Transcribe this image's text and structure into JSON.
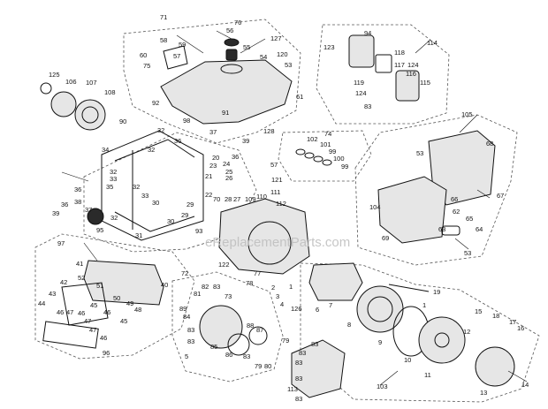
{
  "watermark": "eReplacementParts.com",
  "callouts": {
    "c1": "1",
    "c2": "2",
    "c3": "3",
    "c4": "4",
    "c5": "5",
    "c6": "6",
    "c7": "7",
    "c8": "8",
    "c9": "9",
    "c10": "10",
    "c11": "11",
    "c12": "12",
    "c13": "13",
    "c14": "14",
    "c15": "15",
    "c16": "16",
    "c17": "17",
    "c18": "18",
    "c19": "19",
    "c20": "20",
    "c21": "21",
    "c22": "22",
    "c23": "23",
    "c24": "24",
    "c25": "25",
    "c26": "26",
    "c27": "27",
    "c28": "28",
    "c29": "29",
    "c30": "30",
    "c31": "31",
    "c32": "32",
    "c33": "33",
    "c34": "34",
    "c35": "35",
    "c36": "36",
    "c37": "37",
    "c38": "38",
    "c39": "39",
    "c40": "40",
    "c41": "41",
    "c42": "42",
    "c43": "43",
    "c44": "44",
    "c45": "45",
    "c46": "46",
    "c47": "47",
    "c48": "48",
    "c49": "49",
    "c50": "50",
    "c51": "51",
    "c52": "52",
    "c53": "53",
    "c54": "54",
    "c55": "55",
    "c56": "56",
    "c57": "57",
    "c58": "58",
    "c59": "59",
    "c60": "60",
    "c61": "61",
    "c62": "62",
    "c63": "63",
    "c64": "64",
    "c65": "65",
    "c66": "66",
    "c67": "67",
    "c68": "68",
    "c69": "69",
    "c70": "70",
    "c71": "71",
    "c72": "72",
    "c73": "73",
    "c74": "74",
    "c75": "75",
    "c76": "76",
    "c77": "77",
    "c78": "78",
    "c79": "79",
    "c80": "80",
    "c81": "81",
    "c82": "82",
    "c83": "83",
    "c84": "84",
    "c85": "85",
    "c86": "86",
    "c87": "87",
    "c88": "88",
    "c89": "89",
    "c90": "90",
    "c91": "91",
    "c92": "92",
    "c93": "93",
    "c94": "94",
    "c95": "95",
    "c96": "96",
    "c97": "97",
    "c98": "98",
    "c99": "99",
    "c100": "100",
    "c101": "101",
    "c102": "102",
    "c103": "103",
    "c104": "104",
    "c105": "105",
    "c106": "106",
    "c107": "107",
    "c108": "108",
    "c109": "109",
    "c110": "110",
    "c111": "111",
    "c112": "112",
    "c113": "113",
    "c114": "114",
    "c115": "115",
    "c116": "116",
    "c117": "117",
    "c118": "118",
    "c119": "119",
    "c120": "120",
    "c121": "121",
    "c122": "122",
    "c123": "123",
    "c124": "124",
    "c125": "125",
    "c126": "126",
    "c127": "127",
    "c128": "128"
  }
}
